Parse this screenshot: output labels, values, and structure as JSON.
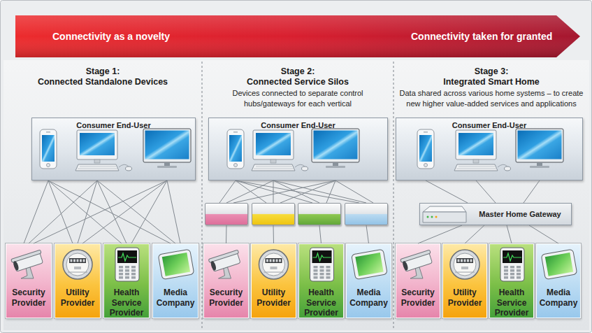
{
  "diagram": {
    "nodes": [
      {
        "text": [
          "Connectivity as a novelty",
          "Connectivity taken for granted"
        ]
      },
      {
        "text": [
          "Stage 1:",
          "Connected Standalone Devices"
        ]
      },
      {
        "text": [
          "Consumer End-User"
        ],
        "in": 1
      },
      {
        "text": [
          "Security Provider"
        ],
        "in": 1
      },
      {
        "text": [
          "Utility Provider"
        ],
        "in": 1
      },
      {
        "text": [
          "Health Service Provider"
        ],
        "in": 1
      },
      {
        "text": [
          "Media Company"
        ],
        "in": 1
      },
      {
        "text": [
          "Stage 2:",
          "Connected Service Silos",
          "Devices connected to separate control hubs/gateways for each vertical"
        ]
      },
      {
        "text": [
          "Consumer End-User"
        ],
        "in": 7
      },
      {
        "text": [],
        "in": 7
      },
      {
        "text": [],
        "in": 7
      },
      {
        "text": [],
        "in": 7
      },
      {
        "text": [],
        "in": 7
      },
      {
        "text": [
          "Security Provider"
        ],
        "in": 7
      },
      {
        "text": [
          "Utility Provider"
        ],
        "in": 7
      },
      {
        "text": [
          "Health Service Provider"
        ],
        "in": 7
      },
      {
        "text": [
          "Media Company"
        ],
        "in": 7
      },
      {
        "text": [
          "Stage 3:",
          "Integrated Smart Home",
          "Data shared across various home systems – to create new higher value-added services and applications"
        ]
      },
      {
        "text": [
          "Consumer End-User"
        ],
        "in": 17
      },
      {
        "text": [
          "Master Home Gateway"
        ],
        "in": 17
      },
      {
        "text": [
          "Security Provider"
        ],
        "in": 17
      },
      {
        "text": [
          "Utility Provider"
        ],
        "in": 17
      },
      {
        "text": [
          "Health Service Provider"
        ],
        "in": 17
      },
      {
        "text": [
          "Media Company"
        ],
        "in": 17
      }
    ],
    "edges": [
      {
        "from": 2,
        "to": 3,
        "arrow": "none"
      },
      {
        "from": 2,
        "to": 3,
        "arrow": "none"
      },
      {
        "from": 2,
        "to": 3,
        "arrow": "none"
      },
      {
        "from": 2,
        "to": 4,
        "arrow": "none"
      },
      {
        "from": 2,
        "to": 4,
        "arrow": "none"
      },
      {
        "from": 2,
        "to": 4,
        "arrow": "none"
      },
      {
        "from": 2,
        "to": 5,
        "arrow": "none"
      },
      {
        "from": 2,
        "to": 5,
        "arrow": "none"
      },
      {
        "from": 2,
        "to": 5,
        "arrow": "none"
      },
      {
        "from": 2,
        "to": 6,
        "arrow": "none"
      },
      {
        "from": 2,
        "to": 6,
        "arrow": "none"
      },
      {
        "from": 2,
        "to": 6,
        "arrow": "none"
      },
      {
        "from": 8,
        "to": 9,
        "arrow": "none"
      },
      {
        "from": 8,
        "to": 9,
        "arrow": "none"
      },
      {
        "from": 8,
        "to": 9,
        "arrow": "none"
      },
      {
        "from": 8,
        "to": 10,
        "arrow": "none"
      },
      {
        "from": 8,
        "to": 10,
        "arrow": "none"
      },
      {
        "from": 8,
        "to": 10,
        "arrow": "none"
      },
      {
        "from": 8,
        "to": 11,
        "arrow": "none"
      },
      {
        "from": 8,
        "to": 11,
        "arrow": "none"
      },
      {
        "from": 8,
        "to": 11,
        "arrow": "none"
      },
      {
        "from": 8,
        "to": 12,
        "arrow": "none"
      },
      {
        "from": 8,
        "to": 12,
        "arrow": "none"
      },
      {
        "from": 8,
        "to": 12,
        "arrow": "none"
      },
      {
        "from": 9,
        "to": 13,
        "arrow": "none"
      },
      {
        "from": 10,
        "to": 14,
        "arrow": "none"
      },
      {
        "from": 11,
        "to": 15,
        "arrow": "none"
      },
      {
        "from": 12,
        "to": 16,
        "arrow": "none"
      },
      {
        "from": 18,
        "to": 19,
        "arrow": "none"
      },
      {
        "from": 18,
        "to": 19,
        "arrow": "none"
      },
      {
        "from": 18,
        "to": 19,
        "arrow": "none"
      },
      {
        "from": 19,
        "to": 20,
        "arrow": "none"
      },
      {
        "from": 19,
        "to": 21,
        "arrow": "none"
      },
      {
        "from": 19,
        "to": 22,
        "arrow": "none"
      },
      {
        "from": 19,
        "to": 23,
        "arrow": "none"
      }
    ]
  }
}
